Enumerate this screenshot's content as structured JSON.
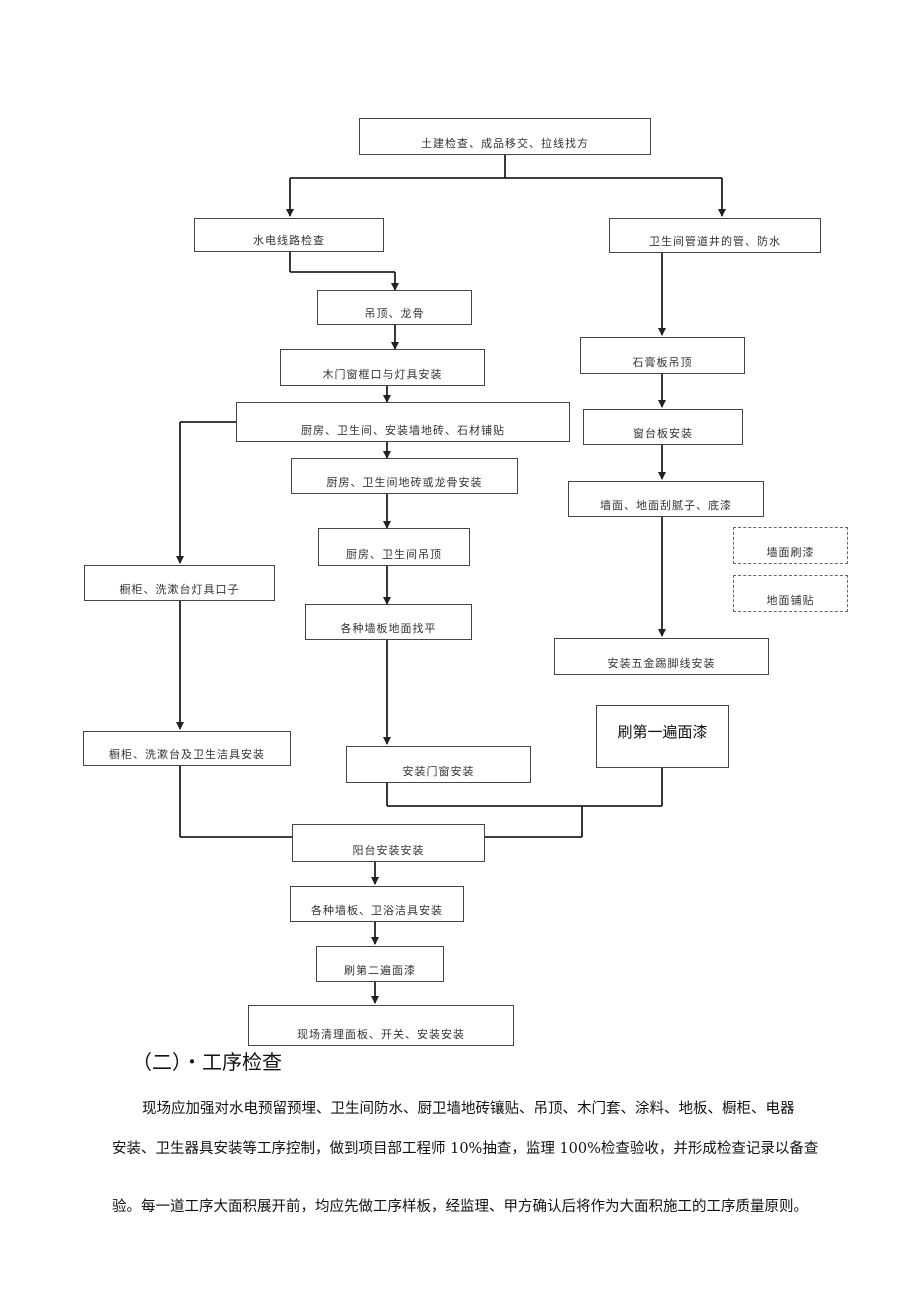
{
  "flowchart": {
    "nodes": [
      {
        "id": "n1",
        "label": "土建检查、成品移交、拉线找方"
      },
      {
        "id": "n2",
        "label": "水电线路检查"
      },
      {
        "id": "n3",
        "label": "卫生间管道井的管、防水"
      },
      {
        "id": "n4",
        "label": "吊顶、龙骨"
      },
      {
        "id": "n5",
        "label": "木门窗框口与灯具安装"
      },
      {
        "id": "n6",
        "label": "厨房、卫生间、安装墙地砖、石材铺贴"
      },
      {
        "id": "n7",
        "label": "厨房、卫生间地砖或龙骨安装"
      },
      {
        "id": "n8",
        "label": "厨房、卫生间吊顶"
      },
      {
        "id": "n9",
        "label": "各种墙板地面找平"
      },
      {
        "id": "n10",
        "label": "橱柜、洗漱台灯具口子"
      },
      {
        "id": "n11",
        "label": "橱柜、洗漱台及卫生洁具安装"
      },
      {
        "id": "n12",
        "label": "安装门窗安装"
      },
      {
        "id": "n13",
        "label": "石膏板吊顶"
      },
      {
        "id": "n14",
        "label": "窗台板安装"
      },
      {
        "id": "n15",
        "label": "墙面、地面刮腻子、底漆"
      },
      {
        "id": "n16",
        "label": "墙面刷漆"
      },
      {
        "id": "n17",
        "label": "地面铺贴"
      },
      {
        "id": "n18",
        "label": "安装五金踢脚线安装"
      },
      {
        "id": "n19",
        "label": "刷第一遍面漆"
      },
      {
        "id": "n20",
        "label": "阳台安装安装"
      },
      {
        "id": "n21",
        "label": "各种墙板、卫浴洁具安装"
      },
      {
        "id": "n22",
        "label": "刷第二遍面漆"
      },
      {
        "id": "n23",
        "label": "现场清理面板、开关、安装安装"
      }
    ]
  },
  "section": {
    "heading": "（二）・工序检查",
    "paragraph_lines": [
      "现场应加强对水电预留预埋、卫生间防水、厨卫墙地砖镶贴、吊顶、木门套、涂料、地板、橱柜、电器",
      "安装、卫生器具安装等工序控制，做到项目部工程师 10%抽查，监理 100%检查验收，并形成检查记录以备查",
      "验。每一道工序大面积展开前，均应先做工序样板，经监理、甲方确认后将作为大面积施工的工序质量原则。"
    ]
  }
}
